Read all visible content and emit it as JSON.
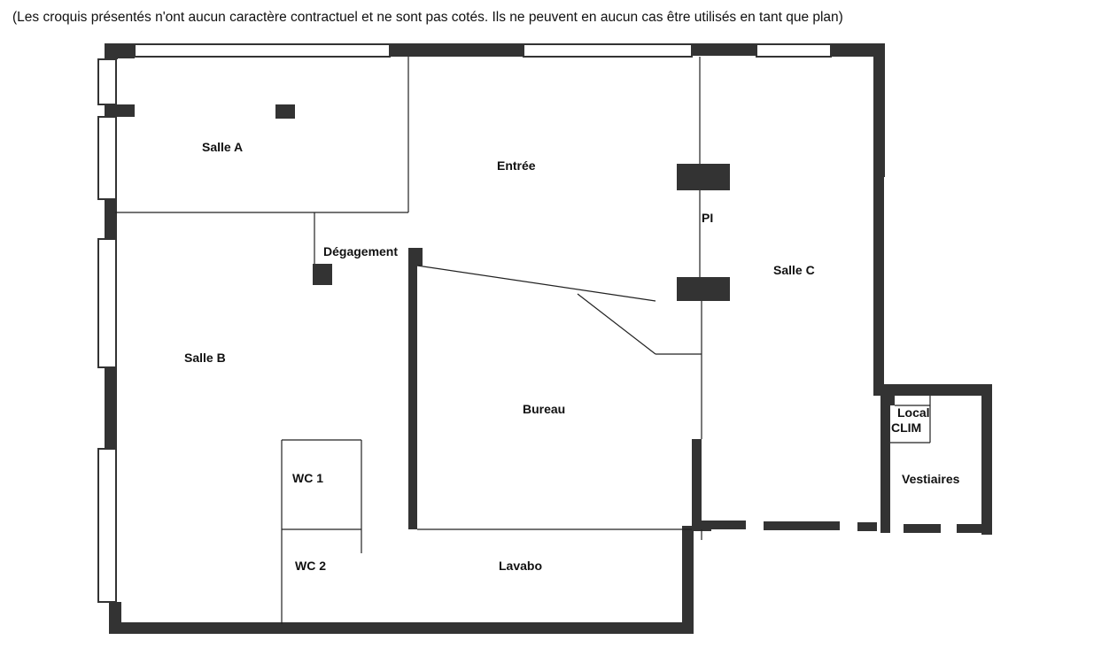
{
  "disclaimer": "(Les croquis présentés n'ont aucun caractère contractuel et ne sont pas cotés. Ils ne peuvent en aucun cas être utilisés en tant que plan)",
  "rooms": {
    "salle_a": "Salle A",
    "entree": "Entrée",
    "pi": "PI",
    "degagement": "Dégagement",
    "salle_c": "Salle C",
    "salle_b": "Salle B",
    "bureau": "Bureau",
    "local_clim_1": "Local",
    "local_clim_2": "CLIM",
    "wc1": "WC 1",
    "vestiaires": "Vestiaires",
    "wc2": "WC 2",
    "lavabo": "Lavabo"
  },
  "colors": {
    "wall": "#333333",
    "thin_line": "#222222",
    "window_fill": "#ffffff",
    "ghost_text": "#dfe4ea"
  }
}
